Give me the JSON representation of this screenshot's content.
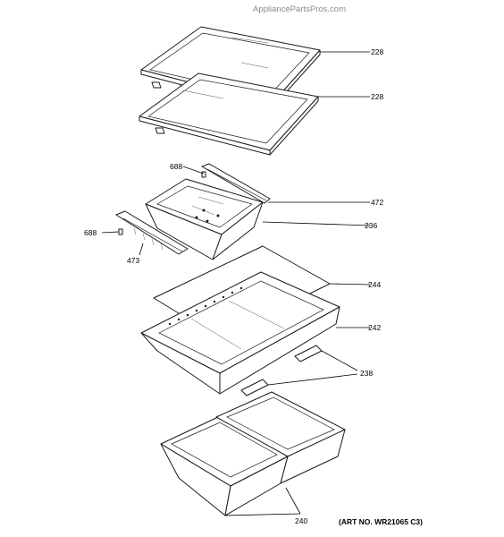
{
  "watermark": "AppliancePartsPros.com",
  "art_number": "(ART NO. WR21065 C3)",
  "callouts": {
    "c228a": "228",
    "c228b": "228",
    "c688a": "688",
    "c472": "472",
    "c236": "236",
    "c688b": "688",
    "c473": "473",
    "c244": "244",
    "c242": "242",
    "c238": "238",
    "c240": "240"
  }
}
